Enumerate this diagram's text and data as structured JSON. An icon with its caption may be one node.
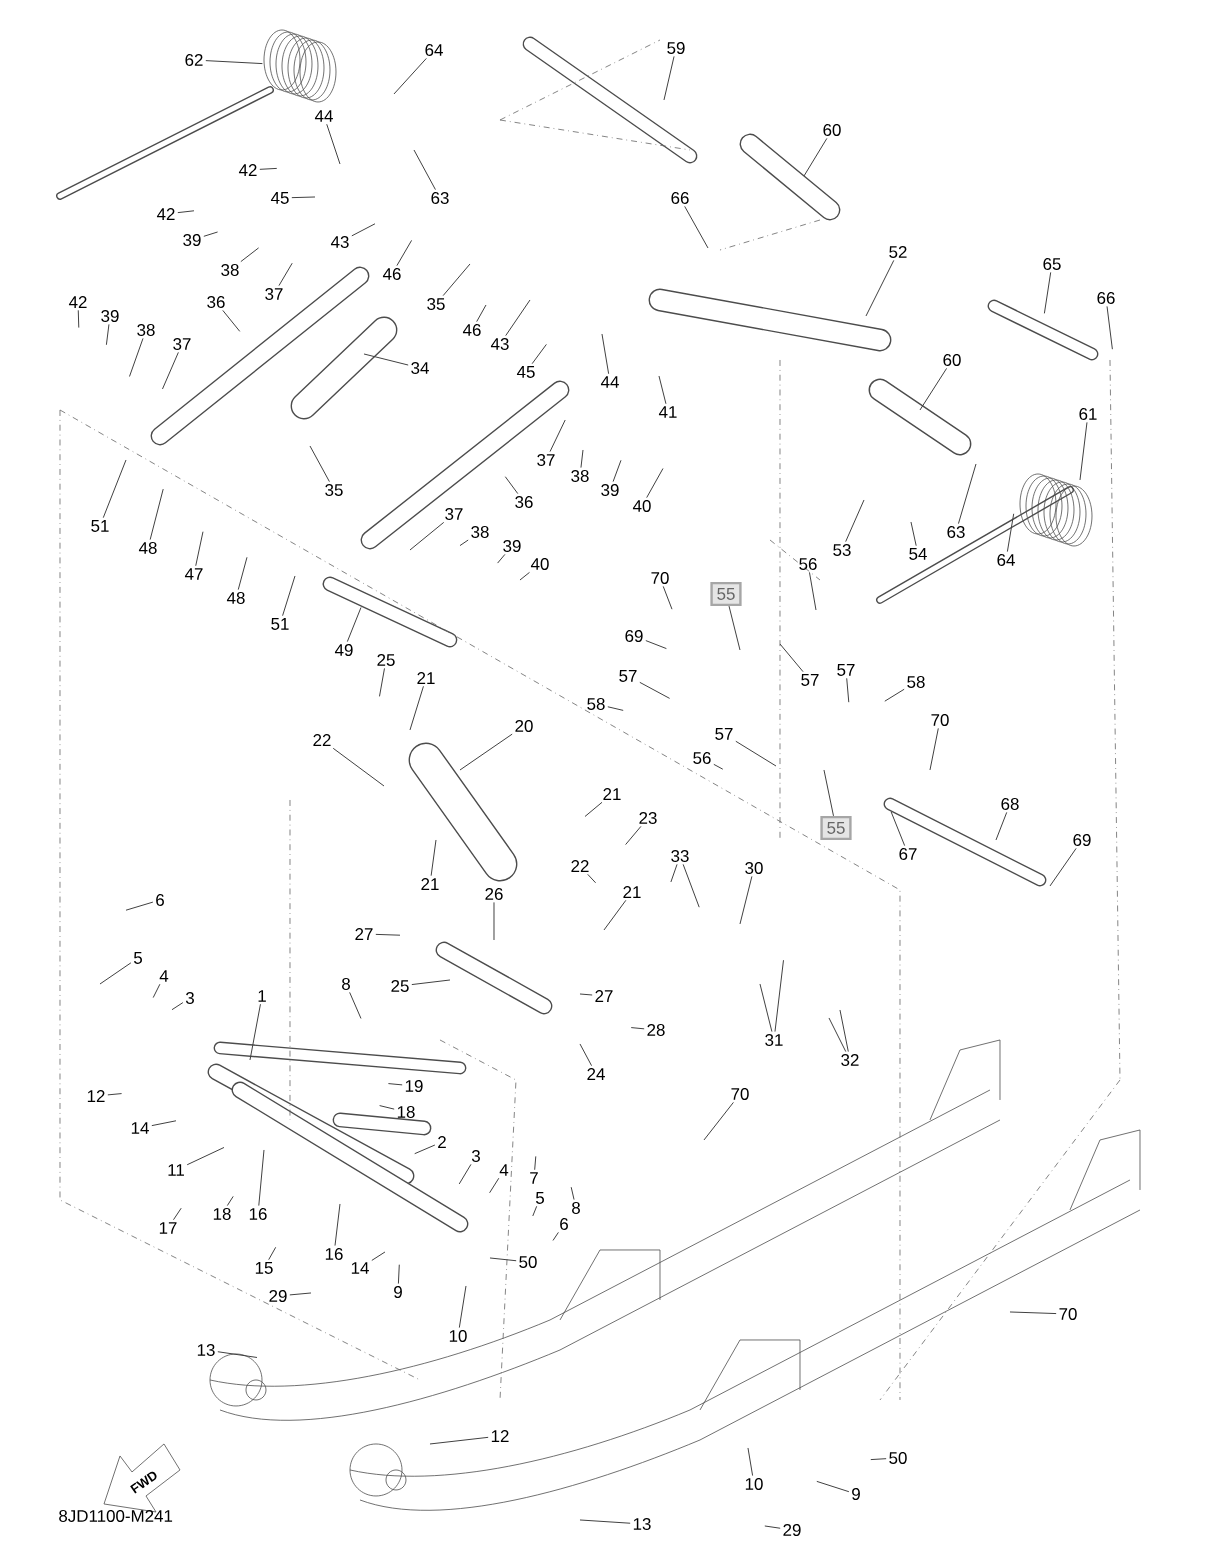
{
  "diagram": {
    "nodes": [
      {
        "text": [
          "62"
        ]
      },
      {
        "text": [
          "64"
        ]
      },
      {
        "text": [
          "59"
        ]
      },
      {
        "text": [
          "44"
        ]
      },
      {
        "text": [
          "60"
        ]
      },
      {
        "text": [
          "42"
        ]
      },
      {
        "text": [
          "45"
        ]
      },
      {
        "text": [
          "63"
        ]
      },
      {
        "text": [
          "66"
        ]
      },
      {
        "text": [
          "42"
        ]
      },
      {
        "text": [
          "39"
        ]
      },
      {
        "text": [
          "43"
        ]
      },
      {
        "text": [
          "52"
        ]
      },
      {
        "text": [
          "65"
        ]
      },
      {
        "text": [
          "38"
        ]
      },
      {
        "text": [
          "46"
        ]
      },
      {
        "text": [
          "37"
        ]
      },
      {
        "text": [
          "66"
        ]
      },
      {
        "text": [
          "36"
        ]
      },
      {
        "text": [
          "42"
        ]
      },
      {
        "text": [
          "35"
        ]
      },
      {
        "text": [
          "39"
        ]
      },
      {
        "text": [
          "38"
        ]
      },
      {
        "text": [
          "46"
        ]
      },
      {
        "text": [
          "37"
        ]
      },
      {
        "text": [
          "43"
        ]
      },
      {
        "text": [
          "60"
        ]
      },
      {
        "text": [
          "34"
        ]
      },
      {
        "text": [
          "45"
        ]
      },
      {
        "text": [
          "44"
        ]
      },
      {
        "text": [
          "41"
        ]
      },
      {
        "text": [
          "61"
        ]
      },
      {
        "text": [
          "37"
        ]
      },
      {
        "text": [
          "38"
        ]
      },
      {
        "text": [
          "35"
        ]
      },
      {
        "text": [
          "39"
        ]
      },
      {
        "text": [
          "36"
        ]
      },
      {
        "text": [
          "40"
        ]
      },
      {
        "text": [
          "37"
        ]
      },
      {
        "text": [
          "51"
        ]
      },
      {
        "text": [
          "63"
        ]
      },
      {
        "text": [
          "38"
        ]
      },
      {
        "text": [
          "39"
        ]
      },
      {
        "text": [
          "48"
        ]
      },
      {
        "text": [
          "53"
        ]
      },
      {
        "text": [
          "54"
        ]
      },
      {
        "text": [
          "64"
        ]
      },
      {
        "text": [
          "40"
        ]
      },
      {
        "text": [
          "56"
        ]
      },
      {
        "text": [
          "47"
        ]
      },
      {
        "text": [
          "70"
        ]
      },
      {
        "text": [
          "55"
        ]
      },
      {
        "text": [
          "48"
        ]
      },
      {
        "text": [
          "51"
        ]
      },
      {
        "text": [
          "69"
        ]
      },
      {
        "text": [
          "49"
        ]
      },
      {
        "text": [
          "25"
        ]
      },
      {
        "text": [
          "57"
        ]
      },
      {
        "text": [
          "21"
        ]
      },
      {
        "text": [
          "57"
        ]
      },
      {
        "text": [
          "57"
        ]
      },
      {
        "text": [
          "58"
        ]
      },
      {
        "text": [
          "58"
        ]
      },
      {
        "text": [
          "70"
        ]
      },
      {
        "text": [
          "20"
        ]
      },
      {
        "text": [
          "57"
        ]
      },
      {
        "text": [
          "22"
        ]
      },
      {
        "text": [
          "56"
        ]
      },
      {
        "text": [
          "21"
        ]
      },
      {
        "text": [
          "68"
        ]
      },
      {
        "text": [
          "23"
        ]
      },
      {
        "text": [
          "55"
        ]
      },
      {
        "text": [
          "69"
        ]
      },
      {
        "text": [
          "67"
        ]
      },
      {
        "text": [
          "33"
        ]
      },
      {
        "text": [
          "22"
        ]
      },
      {
        "text": [
          "30"
        ]
      },
      {
        "text": [
          "21"
        ]
      },
      {
        "text": [
          "21"
        ]
      },
      {
        "text": [
          "26"
        ]
      },
      {
        "text": [
          "6"
        ]
      },
      {
        "text": [
          "27"
        ]
      },
      {
        "text": [
          "5"
        ]
      },
      {
        "text": [
          "4"
        ]
      },
      {
        "text": [
          "8"
        ]
      },
      {
        "text": [
          "25"
        ]
      },
      {
        "text": [
          "27"
        ]
      },
      {
        "text": [
          "1"
        ]
      },
      {
        "text": [
          "3"
        ]
      },
      {
        "text": [
          "28"
        ]
      },
      {
        "text": [
          "31"
        ]
      },
      {
        "text": [
          "32"
        ]
      },
      {
        "text": [
          "24"
        ]
      },
      {
        "text": [
          "19"
        ]
      },
      {
        "text": [
          "70"
        ]
      },
      {
        "text": [
          "12"
        ]
      },
      {
        "text": [
          "18"
        ]
      },
      {
        "text": [
          "14"
        ]
      },
      {
        "text": [
          "2"
        ]
      },
      {
        "text": [
          "3"
        ]
      },
      {
        "text": [
          "4"
        ]
      },
      {
        "text": [
          "11"
        ]
      },
      {
        "text": [
          "7"
        ]
      },
      {
        "text": [
          "5"
        ]
      },
      {
        "text": [
          "8"
        ]
      },
      {
        "text": [
          "18"
        ]
      },
      {
        "text": [
          "16"
        ]
      },
      {
        "text": [
          "6"
        ]
      },
      {
        "text": [
          "17"
        ]
      },
      {
        "text": [
          "16"
        ]
      },
      {
        "text": [
          "50"
        ]
      },
      {
        "text": [
          "15"
        ]
      },
      {
        "text": [
          "14"
        ]
      },
      {
        "text": [
          "9"
        ]
      },
      {
        "text": [
          "29"
        ]
      },
      {
        "text": [
          "70"
        ]
      },
      {
        "text": [
          "10"
        ]
      },
      {
        "text": [
          "13"
        ]
      },
      {
        "text": [
          "12"
        ]
      },
      {
        "text": [
          "50"
        ]
      },
      {
        "text": [
          "10"
        ]
      },
      {
        "text": [
          "9"
        ]
      },
      {
        "text": [
          "13"
        ]
      },
      {
        "text": [
          "29"
        ]
      }
    ],
    "edges": [
      {
        "from": 0,
        "to": null,
        "arrow": "none"
      },
      {
        "from": 1,
        "to": null,
        "arrow": "none"
      },
      {
        "from": 2,
        "to": null,
        "arrow": "none"
      },
      {
        "from": 3,
        "to": null,
        "arrow": "none"
      },
      {
        "from": 4,
        "to": null,
        "arrow": "none"
      },
      {
        "from": 5,
        "to": null,
        "arrow": "none"
      },
      {
        "from": 6,
        "to": null,
        "arrow": "none"
      },
      {
        "from": 7,
        "to": null,
        "arrow": "none"
      },
      {
        "from": 8,
        "to": null,
        "arrow": "none"
      },
      {
        "from": 9,
        "to": null,
        "arrow": "none"
      },
      {
        "from": 10,
        "to": null,
        "arrow": "none"
      },
      {
        "from": 11,
        "to": null,
        "arrow": "none"
      },
      {
        "from": 12,
        "to": null,
        "arrow": "none"
      },
      {
        "from": 13,
        "to": null,
        "arrow": "none"
      },
      {
        "from": 14,
        "to": null,
        "arrow": "none"
      },
      {
        "from": 15,
        "to": null,
        "arrow": "none"
      },
      {
        "from": 16,
        "to": null,
        "arrow": "none"
      },
      {
        "from": 17,
        "to": null,
        "arrow": "none"
      },
      {
        "from": 18,
        "to": null,
        "arrow": "none"
      },
      {
        "from": 19,
        "to": null,
        "arrow": "none"
      },
      {
        "from": 20,
        "to": null,
        "arrow": "none"
      },
      {
        "from": 21,
        "to": null,
        "arrow": "none"
      },
      {
        "from": 22,
        "to": null,
        "arrow": "none"
      },
      {
        "from": 23,
        "to": null,
        "arrow": "none"
      },
      {
        "from": 24,
        "to": null,
        "arrow": "none"
      },
      {
        "from": 25,
        "to": null,
        "arrow": "none"
      },
      {
        "from": 26,
        "to": null,
        "arrow": "none"
      },
      {
        "from": 27,
        "to": null,
        "arrow": "none"
      },
      {
        "from": 28,
        "to": null,
        "arrow": "none"
      },
      {
        "from": 29,
        "to": null,
        "arrow": "none"
      },
      {
        "from": 30,
        "to": null,
        "arrow": "none"
      },
      {
        "from": 31,
        "to": null,
        "arrow": "none"
      },
      {
        "from": 32,
        "to": null,
        "arrow": "none"
      },
      {
        "from": 33,
        "to": null,
        "arrow": "none"
      },
      {
        "from": 34,
        "to": null,
        "arrow": "none"
      },
      {
        "from": 35,
        "to": null,
        "arrow": "none"
      },
      {
        "from": 36,
        "to": null,
        "arrow": "none"
      },
      {
        "from": 37,
        "to": null,
        "arrow": "none"
      },
      {
        "from": 38,
        "to": null,
        "arrow": "none"
      },
      {
        "from": 39,
        "to": null,
        "arrow": "none"
      },
      {
        "from": 40,
        "to": null,
        "arrow": "none"
      },
      {
        "from": 41,
        "to": null,
        "arrow": "none"
      },
      {
        "from": 42,
        "to": null,
        "arrow": "none"
      },
      {
        "from": 43,
        "to": null,
        "arrow": "none"
      },
      {
        "from": 44,
        "to": null,
        "arrow": "none"
      },
      {
        "from": 45,
        "to": null,
        "arrow": "none"
      },
      {
        "from": 46,
        "to": null,
        "arrow": "none"
      },
      {
        "from": 47,
        "to": null,
        "arrow": "none"
      },
      {
        "from": 48,
        "to": null,
        "arrow": "none"
      },
      {
        "from": 49,
        "to": null,
        "arrow": "none"
      },
      {
        "from": 50,
        "to": null,
        "arrow": "none"
      },
      {
        "from": 51,
        "to": null,
        "arrow": "none"
      },
      {
        "from": 52,
        "to": null,
        "arrow": "none"
      },
      {
        "from": 53,
        "to": null,
        "arrow": "none"
      },
      {
        "from": 54,
        "to": null,
        "arrow": "none"
      },
      {
        "from": 55,
        "to": null,
        "arrow": "none"
      },
      {
        "from": 56,
        "to": null,
        "arrow": "none"
      },
      {
        "from": 57,
        "to": null,
        "arrow": "none"
      },
      {
        "from": 58,
        "to": null,
        "arrow": "none"
      },
      {
        "from": 59,
        "to": null,
        "arrow": "none"
      },
      {
        "from": 60,
        "to": null,
        "arrow": "none"
      },
      {
        "from": 61,
        "to": null,
        "arrow": "none"
      },
      {
        "from": 62,
        "to": null,
        "arrow": "none"
      },
      {
        "from": 63,
        "to": null,
        "arrow": "none"
      },
      {
        "from": 64,
        "to": null,
        "arrow": "none"
      },
      {
        "from": 65,
        "to": null,
        "arrow": "none"
      },
      {
        "from": 66,
        "to": null,
        "arrow": "none"
      },
      {
        "from": 67,
        "to": null,
        "arrow": "none"
      },
      {
        "from": 68,
        "to": null,
        "arrow": "none"
      },
      {
        "from": 69,
        "to": null,
        "arrow": "none"
      },
      {
        "from": 70,
        "to": null,
        "arrow": "none"
      },
      {
        "from": 71,
        "to": null,
        "arrow": "none"
      },
      {
        "from": 72,
        "to": null,
        "arrow": "none"
      },
      {
        "from": 73,
        "to": null,
        "arrow": "none"
      },
      {
        "from": 74,
        "to": null,
        "arrow": "none"
      },
      {
        "from": 75,
        "to": null,
        "arrow": "none"
      },
      {
        "from": 76,
        "to": null,
        "arrow": "none"
      },
      {
        "from": 77,
        "to": null,
        "arrow": "none"
      },
      {
        "from": 78,
        "to": null,
        "arrow": "none"
      },
      {
        "from": 79,
        "to": null,
        "arrow": "none"
      },
      {
        "from": 80,
        "to": null,
        "arrow": "none"
      },
      {
        "from": 81,
        "to": null,
        "arrow": "none"
      },
      {
        "from": 82,
        "to": null,
        "arrow": "none"
      },
      {
        "from": 83,
        "to": null,
        "arrow": "none"
      },
      {
        "from": 84,
        "to": null,
        "arrow": "none"
      },
      {
        "from": 85,
        "to": null,
        "arrow": "none"
      },
      {
        "from": 86,
        "to": null,
        "arrow": "none"
      },
      {
        "from": 87,
        "to": null,
        "arrow": "none"
      },
      {
        "from": 88,
        "to": null,
        "arrow": "none"
      },
      {
        "from": 89,
        "to": null,
        "arrow": "none"
      },
      {
        "from": 90,
        "to": null,
        "arrow": "none"
      },
      {
        "from": 91,
        "to": null,
        "arrow": "none"
      },
      {
        "from": 92,
        "to": null,
        "arrow": "none"
      },
      {
        "from": 93,
        "to": null,
        "arrow": "none"
      },
      {
        "from": 94,
        "to": null,
        "arrow": "none"
      },
      {
        "from": 95,
        "to": null,
        "arrow": "none"
      },
      {
        "from": 96,
        "to": null,
        "arrow": "none"
      },
      {
        "from": 97,
        "to": null,
        "arrow": "none"
      },
      {
        "from": 98,
        "to": null,
        "arrow": "none"
      },
      {
        "from": 99,
        "to": null,
        "arrow": "none"
      },
      {
        "from": 100,
        "to": null,
        "arrow": "none"
      },
      {
        "from": 101,
        "to": null,
        "arrow": "none"
      },
      {
        "from": 102,
        "to": null,
        "arrow": "none"
      },
      {
        "from": 103,
        "to": null,
        "arrow": "none"
      },
      {
        "from": 104,
        "to": null,
        "arrow": "none"
      },
      {
        "from": 105,
        "to": null,
        "arrow": "none"
      },
      {
        "from": 106,
        "to": null,
        "arrow": "none"
      },
      {
        "from": 107,
        "to": null,
        "arrow": "none"
      },
      {
        "from": 108,
        "to": null,
        "arrow": "none"
      },
      {
        "from": 109,
        "to": null,
        "arrow": "none"
      },
      {
        "from": 110,
        "to": null,
        "arrow": "none"
      },
      {
        "from": 111,
        "to": null,
        "arrow": "none"
      },
      {
        "from": 112,
        "to": null,
        "arrow": "none"
      },
      {
        "from": 113,
        "to": null,
        "arrow": "none"
      },
      {
        "from": 114,
        "to": null,
        "arrow": "none"
      },
      {
        "from": 115,
        "to": null,
        "arrow": "none"
      },
      {
        "from": 116,
        "to": null,
        "arrow": "none"
      },
      {
        "from": 117,
        "to": null,
        "arrow": "none"
      },
      {
        "from": 118,
        "to": null,
        "arrow": "none"
      },
      {
        "from": 119,
        "to": null,
        "arrow": "none"
      },
      {
        "from": 120,
        "to": null,
        "arrow": "none"
      },
      {
        "from": 121,
        "to": null,
        "arrow": "none"
      },
      {
        "from": 122,
        "to": null,
        "arrow": "none"
      },
      {
        "from": 123,
        "to": null,
        "arrow": "none"
      },
      {
        "from": 74,
        "to": null,
        "arrow": "none"
      },
      {
        "from": 90,
        "to": null,
        "arrow": "none"
      },
      {
        "from": 91,
        "to": null,
        "arrow": "none"
      }
    ],
    "labels": [
      "FWD",
      "8JD1100-M241"
    ]
  }
}
